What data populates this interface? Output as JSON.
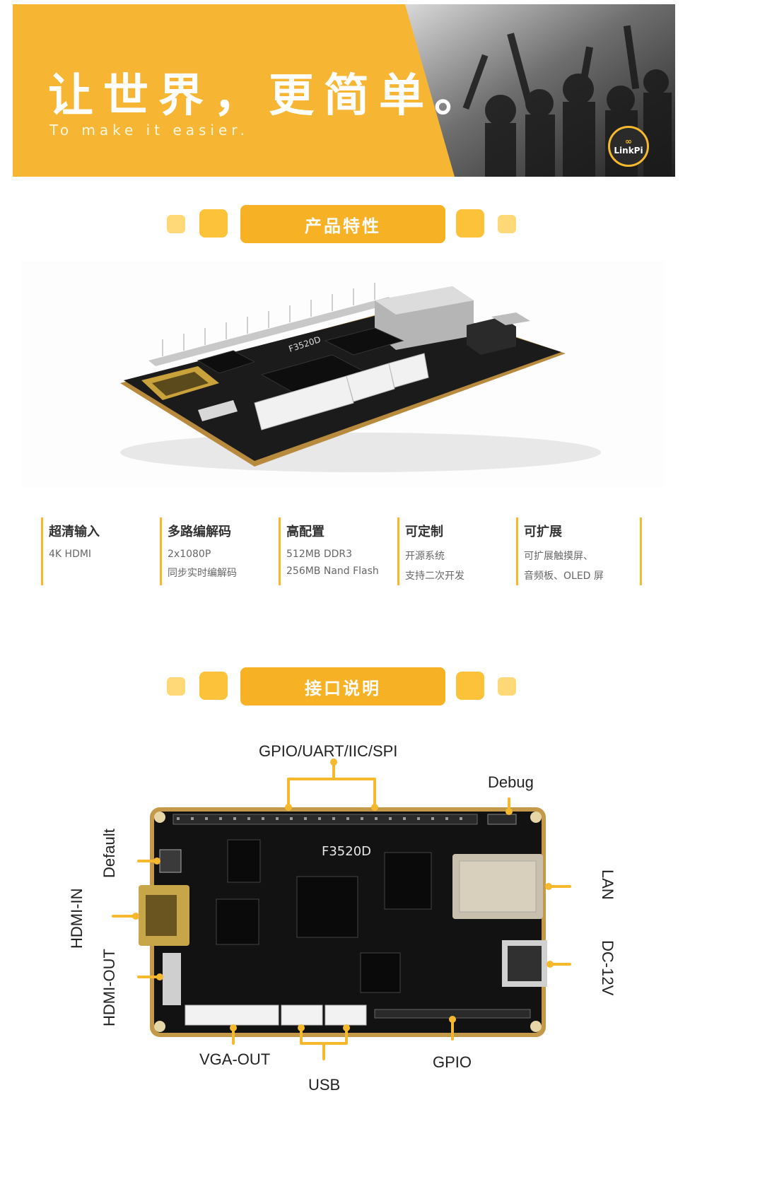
{
  "banner": {
    "headline": "让世界，更简单。",
    "subtitle": "To make it easier.",
    "logo_text": "LinkPi",
    "accent": "#f7b125"
  },
  "section_features": {
    "title": "产品特性"
  },
  "features": [
    {
      "title": "超清输入",
      "lines": [
        "4K HDMI"
      ]
    },
    {
      "title": "多路编解码",
      "lines": [
        "2x1080P",
        "同步实时编解码"
      ]
    },
    {
      "title": "高配置",
      "lines": [
        "512MB DDR3",
        "256MB Nand Flash"
      ]
    },
    {
      "title": "可定制",
      "lines": [
        "开源系统",
        "支持二次开发"
      ]
    },
    {
      "title": "可扩展",
      "lines": [
        "可扩展触摸屏、",
        "音频板、OLED 屏"
      ]
    }
  ],
  "board_chip_label": "F3520D",
  "section_interfaces": {
    "title": "接口说明"
  },
  "interfaces": {
    "gpio_top": "GPIO/UART/IIC/SPI",
    "debug": "Debug",
    "default": "Default",
    "hdmi_in": "HDMI-IN",
    "hdmi_out": "HDMI-OUT",
    "lan": "LAN",
    "dc": "DC-12V",
    "vga_out": "VGA-OUT",
    "usb": "USB",
    "gpio_bottom": "GPIO"
  }
}
